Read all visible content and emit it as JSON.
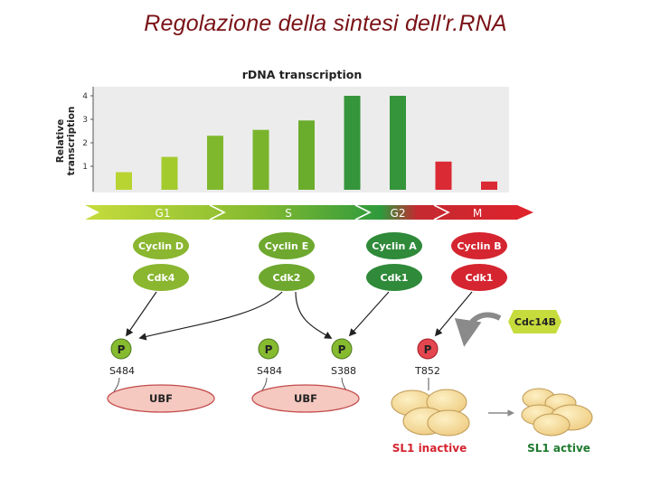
{
  "title": "Regolazione della sintesi dell'r.RNA",
  "chart": {
    "title": "rDNA transcription",
    "ylabel_line1": "Relative",
    "ylabel_line2": "transcription",
    "ticks": [
      "1",
      "2",
      "3",
      "4"
    ]
  },
  "chart_data": {
    "type": "bar",
    "title": "rDNA transcription",
    "ylabel": "Relative transcription",
    "ylim": [
      0,
      4.4
    ],
    "values": [
      0.75,
      1.4,
      2.3,
      2.55,
      2.95,
      4.0,
      4.0,
      1.2,
      0.35
    ],
    "colors": [
      "#b8d432",
      "#a3cb2e",
      "#80b82d",
      "#7ab42c",
      "#6aad2c",
      "#34953a",
      "#34953a",
      "#da2a34",
      "#da2a34"
    ]
  },
  "phases": {
    "g1": "G1",
    "s": "S",
    "g2": "G2",
    "m": "M"
  },
  "cyclins": [
    {
      "label": "Cyclin D",
      "color": "#8ab630"
    },
    {
      "label": "Cyclin E",
      "color": "#6ea82e"
    },
    {
      "label": "Cyclin A",
      "color": "#2f8a3a"
    },
    {
      "label": "Cyclin B",
      "color": "#d52530"
    }
  ],
  "cdks": [
    {
      "label": "Cdk4",
      "color": "#8ab630"
    },
    {
      "label": "Cdk2",
      "color": "#6ea82e"
    },
    {
      "label": "Cdk1",
      "color": "#2f8a3a"
    },
    {
      "label": "Cdk1",
      "color": "#d52530"
    }
  ],
  "cdc14b": "Cdc14B",
  "phospho": {
    "p_label": "P",
    "sites": [
      "S484",
      "S484",
      "S388",
      "T852"
    ]
  },
  "ubf": [
    "UBF",
    "UBF"
  ],
  "sl1": {
    "inactive": "SL1 inactive",
    "active": "SL1 active"
  }
}
